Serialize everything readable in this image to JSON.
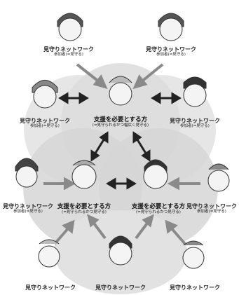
{
  "participant": {
    "title": "見守りネットワーク",
    "sub": "参加者(=見守る)"
  },
  "cared": {
    "title": "支援を必要とする方",
    "sub_center": "(=見守られるかつ幅広く見守る)",
    "sub_sides": "(=見守られるかつ見守る)"
  },
  "bottom_labels": [
    "見守りネットワーク",
    "見守りネットワーク",
    "見守りネットワーク"
  ],
  "colors": {
    "disc": "#d9d9d9",
    "disc_light": "#eeeeee",
    "arrow_gray": "#8a8a8a",
    "arrow_dark": "#222222",
    "face": "#f2f2f2",
    "hair": "#444444"
  }
}
